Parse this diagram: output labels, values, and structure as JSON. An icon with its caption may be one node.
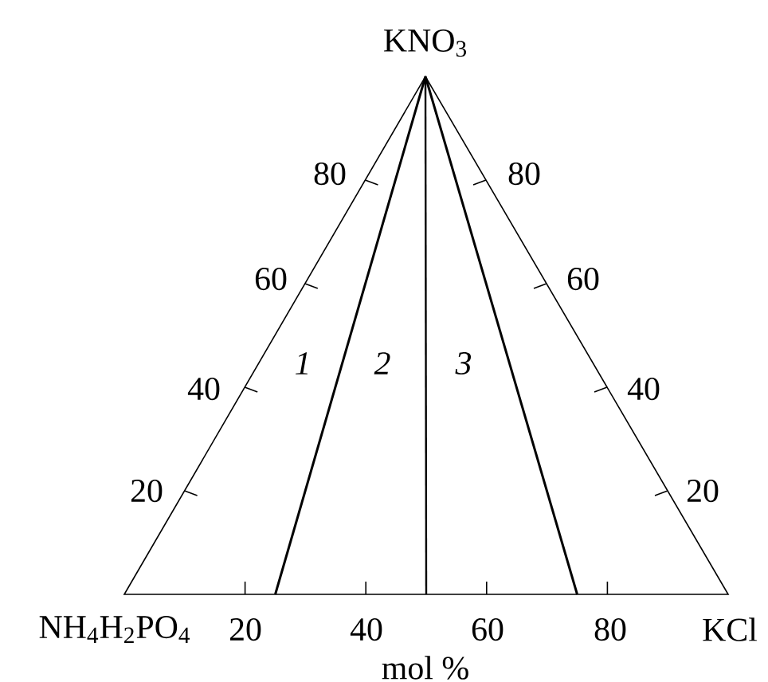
{
  "diagram": {
    "labels": [
      "KNO$_{3}$",
      "80",
      "80",
      "60",
      "60",
      "1",
      "2",
      "3",
      "40",
      "40",
      "20",
      "20",
      "NH$_{4}$H$_{2}$PO$_{4}$",
      "20",
      "40",
      "60",
      "80",
      "KCl",
      "mol %"
    ]
  }
}
